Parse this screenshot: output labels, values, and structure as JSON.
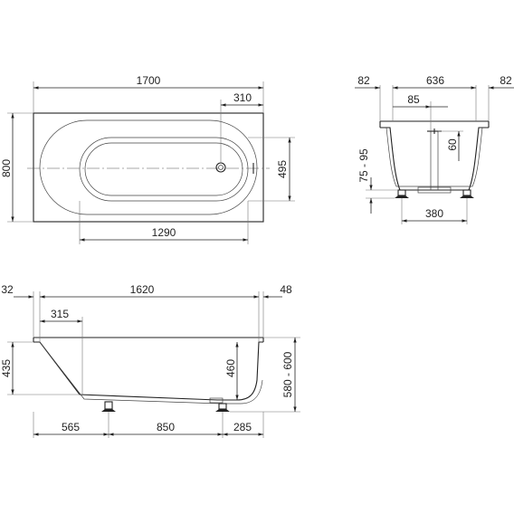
{
  "top_view": {
    "length": "1700",
    "width": "800",
    "drain_offset": "310",
    "inner_width": "495",
    "inner_length": "1290"
  },
  "end_view": {
    "rim_left": "82",
    "inner_width": "636",
    "rim_right": "82",
    "drain_width": "85",
    "drain_depth": "60",
    "leg_height": "75 - 95",
    "foot_spacing": "380"
  },
  "side_view": {
    "left_offset": "32",
    "inner_length": "1620",
    "right_offset": "48",
    "slope_offset": "315",
    "depth_left": "435",
    "depth_drain": "460",
    "total_height": "580 - 600",
    "foot_left": "565",
    "foot_spacing": "850",
    "foot_right": "285"
  }
}
